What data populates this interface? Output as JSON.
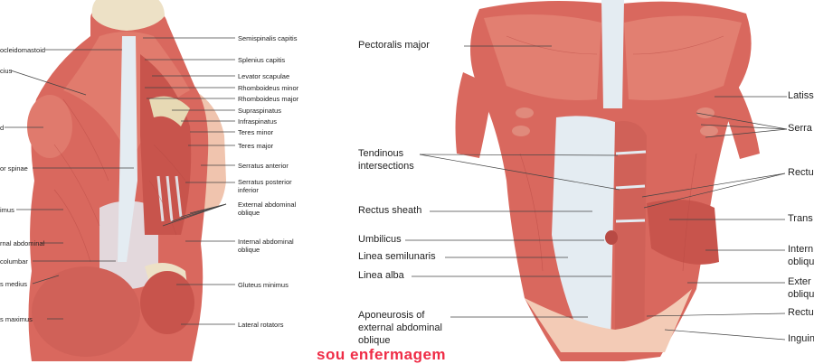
{
  "posterior_labels_left": [
    "ocleidomastoid",
    "cius",
    "d",
    "or spinae",
    "imus",
    "rnal abdominal",
    "columbar",
    "s medius",
    "s maximus"
  ],
  "posterior_labels_right": [
    "Semispinalis capitis",
    "Splenius capitis",
    "Levator scapulae",
    "Rhomboideus minor",
    "Rhomboideus major",
    "Supraspinatus",
    "Infraspinatus",
    "Teres minor",
    "Teres major",
    "Serratus anterior",
    "Serratus posterior",
    "inferior",
    "External abdominal",
    "oblique",
    "Internal abdominal",
    "oblique",
    "Gluteus minimus",
    "Lateral rotators"
  ],
  "anterior_labels_left": [
    "Pectoralis major",
    "Tendinous",
    "intersections",
    "Rectus sheath",
    "Umbilicus",
    "Linea semilunaris",
    "Linea alba",
    "Aponeurosis of",
    "external abdominal",
    "oblique"
  ],
  "anterior_labels_right": [
    "Latiss",
    "Serra",
    "Rectu",
    "Trans",
    "Intern",
    "obliqu",
    "Exter",
    "obliqu",
    "Rectu",
    "Inguin"
  ],
  "watermark": "sou enfermagem",
  "colors": {
    "muscle": "#d9685e",
    "muscle_dark": "#b84a44",
    "muscle_light": "#ec9a8c",
    "tendon": "#e4ecf2",
    "skin": "#f3cbb6",
    "bone": "#ede1c6",
    "leader": "#444444",
    "watermark": "#ef2c46"
  }
}
